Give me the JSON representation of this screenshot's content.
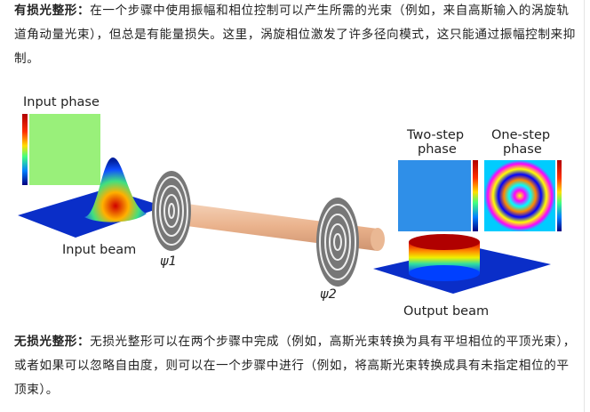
{
  "paragraph_lossy": {
    "title": "有损光整形：",
    "body": "在一个步骤中使用振幅和相位控制可以产生所需的光束（例如，来自高斯输入的涡旋轨道角动量光束），但总是有能量损失。这里，涡旋相位激发了许多径向模式，这只能通过振幅控制来抑制。"
  },
  "figure": {
    "input_phase": "Input phase",
    "input_beam": "Input beam",
    "psi1": "ψ1",
    "psi2": "ψ2",
    "two_step_phase_1": "Two-step",
    "two_step_phase_2": "phase",
    "one_step_phase_1": "One-step",
    "one_step_phase_2": "phase",
    "output_beam": "Output beam",
    "colors": {
      "phase_green": "#99f07a",
      "phase_blue": "#2f8fe8",
      "beam": "#e9b088"
    }
  },
  "paragraph_lossless": {
    "title": "无损光整形：",
    "body": "无损光整形可以在两个步骤中完成（例如，高斯光束转换为具有平坦相位的平顶光束），或者如果可以忽略自由度，则可以在一个步骤中进行（例如，将高斯光束转换成具有未指定相位的平顶束）。"
  }
}
